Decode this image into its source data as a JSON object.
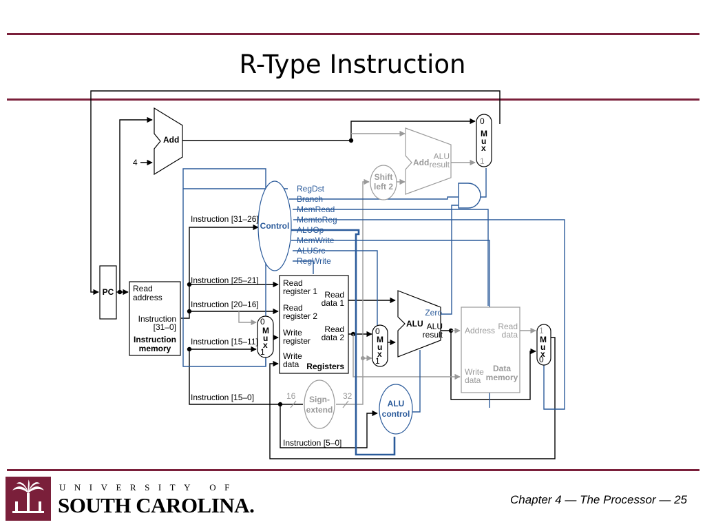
{
  "slide": {
    "title": "R-Type Instruction",
    "footer": "Chapter 4 — The Processor — 25"
  },
  "logo": {
    "line1": "UNIVERSITY OF",
    "line2": "SOUTH CAROLINA.",
    "icon": "palmetto-tree-seal-icon"
  },
  "colors": {
    "rule": "#7a1f3a",
    "active_wire": "#000000",
    "inactive_wire": "#9a9a9a",
    "control_wire": "#2a5a9a"
  },
  "diagram": {
    "pc": "PC",
    "constant_four": "4",
    "add": "Add",
    "imem": {
      "read_address": [
        "Read",
        "address"
      ],
      "instruction": [
        "Instruction",
        "[31–0]"
      ],
      "name": [
        "Instruction",
        "memory"
      ]
    },
    "control": {
      "name": "Control",
      "signals": [
        "RegDst",
        "Branch",
        "MemRead",
        "MemtoReg",
        "ALUOp",
        "MemWrite",
        "ALUSrc",
        "RegWrite"
      ]
    },
    "fields": [
      "Instruction [31–26]",
      "Instruction [25–21]",
      "Instruction [20–16]",
      "Instruction [15–11]",
      "Instruction [15–0]",
      "Instruction [5–0]"
    ],
    "registers": {
      "read_register_1": [
        "Read",
        "register 1"
      ],
      "read_register_2": [
        "Read",
        "register 2"
      ],
      "write_register": [
        "Write",
        "register"
      ],
      "write_data": [
        "Write",
        "data"
      ],
      "read_data_1": [
        "Read",
        "data 1"
      ],
      "read_data_2": [
        "Read",
        "data 2"
      ],
      "name": "Registers"
    },
    "mux": {
      "letters": [
        "M",
        "u",
        "x"
      ],
      "zero": "0",
      "one": "1"
    },
    "alu": {
      "name": "ALU",
      "zero": "Zero",
      "result": [
        "ALU",
        "result"
      ]
    },
    "branch_adder": {
      "name": "Add",
      "result": [
        "ALU",
        "result"
      ]
    },
    "shift_left_2": [
      "Shift",
      "left 2"
    ],
    "sign_extend": {
      "name": [
        "Sign-",
        "extend"
      ],
      "in_bits": "16",
      "out_bits": "32"
    },
    "alu_control": [
      "ALU",
      "control"
    ],
    "dmem": {
      "address": "Address",
      "read_data": [
        "Read",
        "data"
      ],
      "write_data": [
        "Write",
        "data"
      ],
      "name": [
        "Data",
        "memory"
      ]
    }
  }
}
